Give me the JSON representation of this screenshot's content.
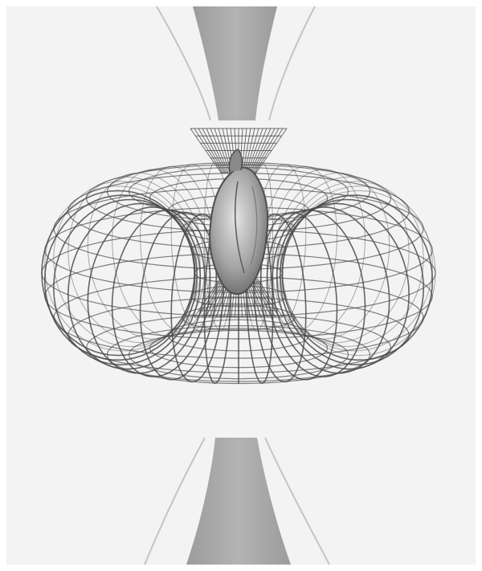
{
  "figure": {
    "subject": "heart",
    "colors": {
      "background": "#ffffff",
      "backdrop": "#f3f3f3",
      "column": "#9a9a9a",
      "curve": "#c9c9c9",
      "mesh": "#4a4a4a",
      "heart_dark": "#6e6e6e",
      "heart_light": "#d8d8d8"
    },
    "icons": [
      "torus-wireframe",
      "heart-illustration"
    ]
  }
}
